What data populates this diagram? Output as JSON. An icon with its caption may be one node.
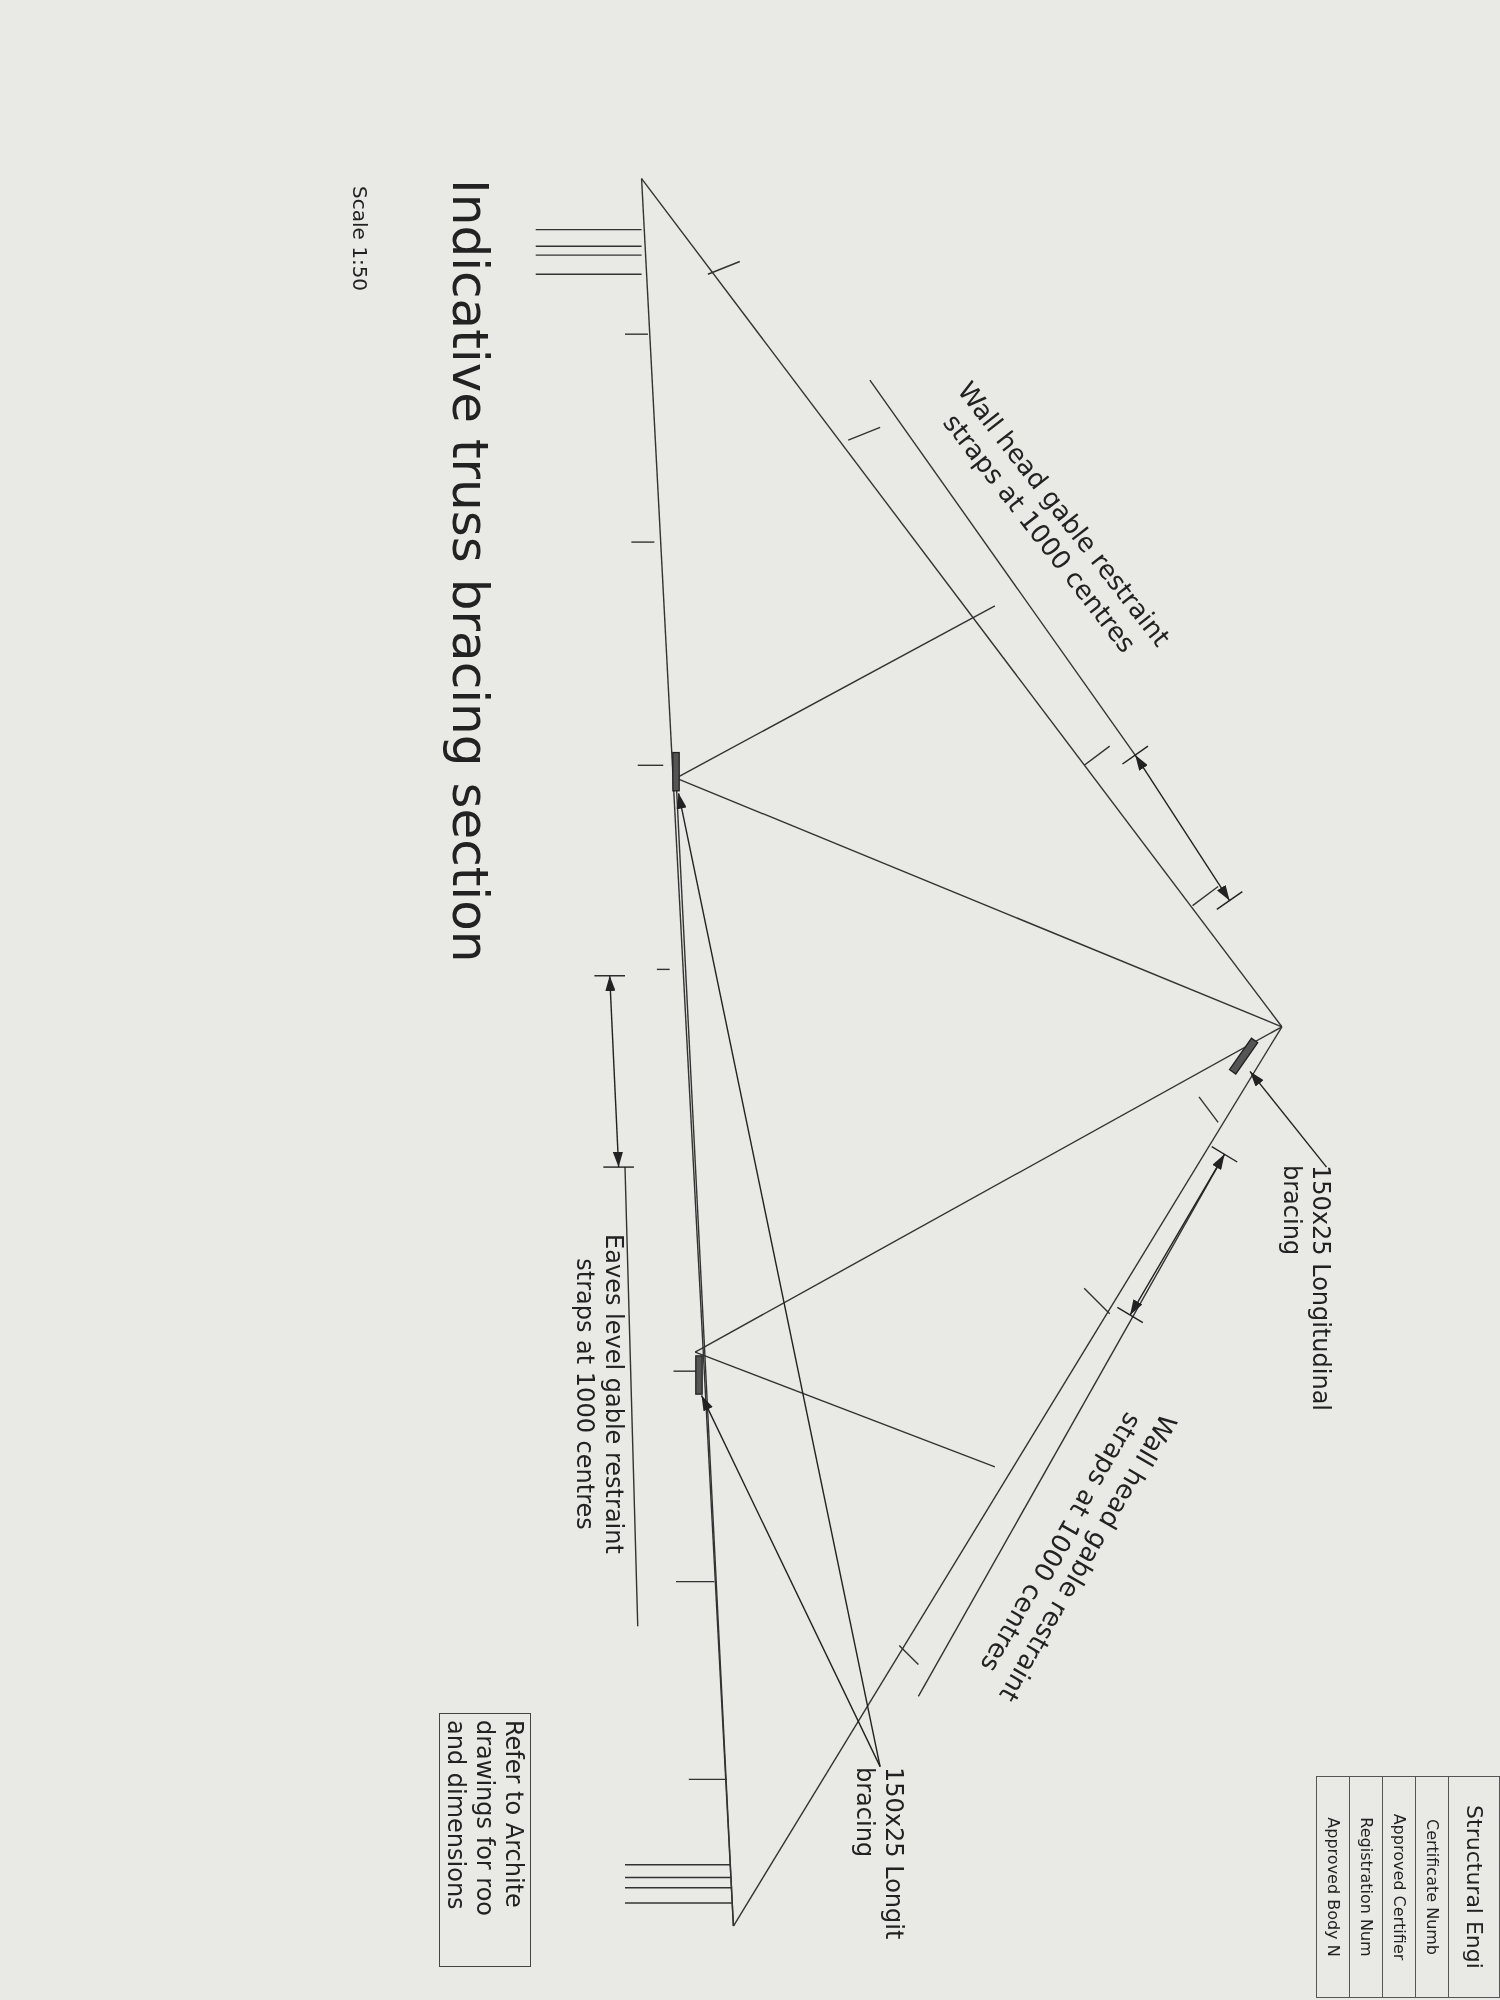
{
  "diagram": {
    "title": "Indicative truss bracing section",
    "nodes": [
      {
        "text": [
          "150x25 Longitudinal bracing"
        ]
      },
      {
        "text": [],
        "shape": "bar"
      },
      {
        "text": [],
        "shape": "bar"
      },
      {
        "text": [],
        "shape": "bar"
      },
      {
        "text": [
          "150x25 Longit bracing"
        ]
      },
      {
        "text": [
          "Refer to Archite drawings for roo and dimensions"
        ]
      }
    ],
    "edges": [
      {
        "from": 0,
        "to": 1,
        "arrow": "to"
      },
      {
        "from": 4,
        "to": 2,
        "arrow": "to"
      },
      {
        "from": 4,
        "to": 3,
        "arrow": "to"
      }
    ],
    "labels": [
      "Scale 1:50",
      "Wall head gable restraint straps at 1000 centres",
      "Wall head gable restraint straps at 1000 centres",
      "Eaves level gable restraint straps at 1000 centres",
      "Structural Engi",
      "Certificate Numb",
      "Approved Certifier",
      "Registration Num",
      "Approved Body N"
    ]
  }
}
